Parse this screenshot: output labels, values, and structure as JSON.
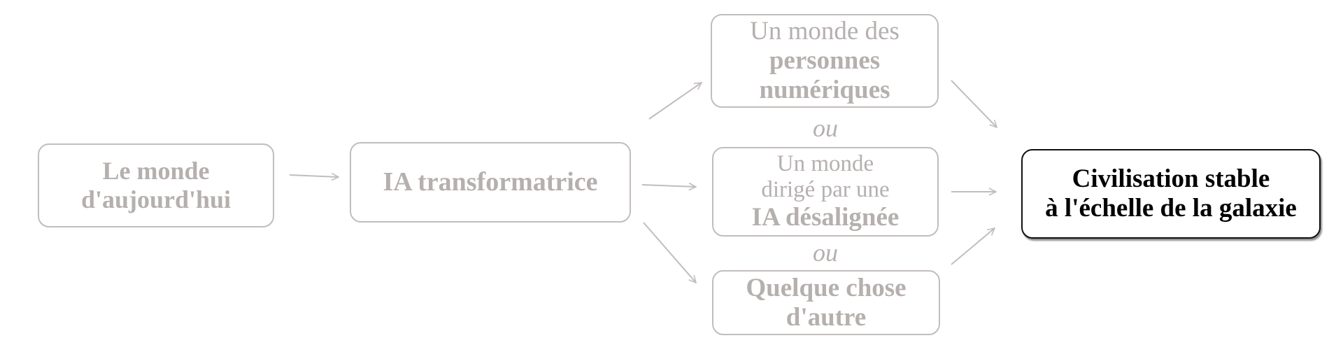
{
  "nodes": {
    "today": {
      "lines": [
        "Le monde",
        "d'aujourd'hui"
      ]
    },
    "tai": {
      "label": "IA transformatrice"
    },
    "digital": {
      "line1": "Un monde des",
      "line2": "personnes",
      "line3": "numériques"
    },
    "misaligned": {
      "line1": "Un monde",
      "line2": "dirigé par une",
      "line3": "IA désalignée"
    },
    "other": {
      "lines": [
        "Quelque chose",
        "d'autre"
      ]
    },
    "goal": {
      "lines": [
        "Civilisation stable",
        "à l'échelle de la galaxie"
      ]
    }
  },
  "separators": [
    "ou",
    "ou"
  ],
  "colors": {
    "muted_text": "#b5b0ae",
    "muted_border": "#c2bdbb",
    "arrow": "#c2bdbb",
    "goal": "#000000"
  }
}
